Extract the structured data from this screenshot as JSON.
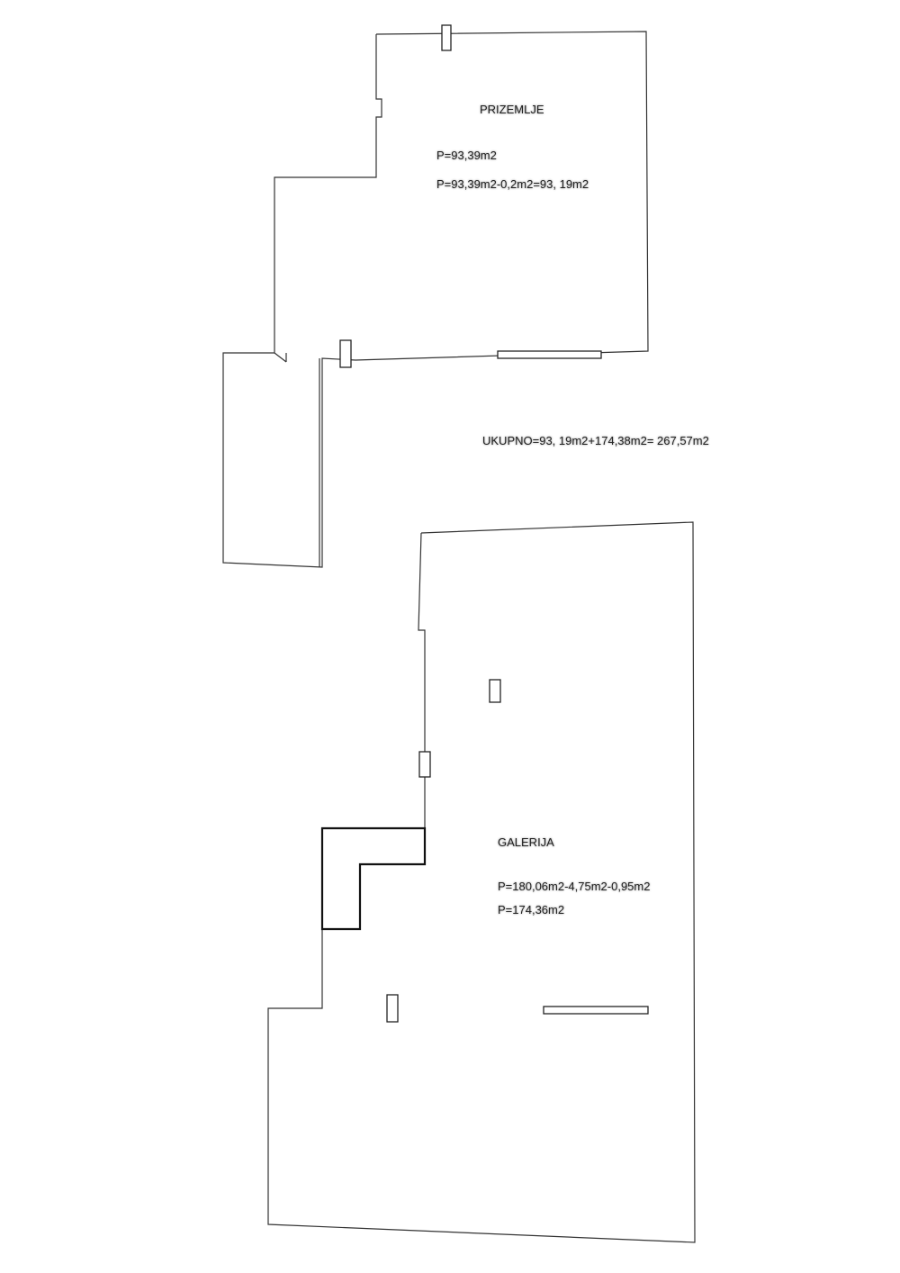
{
  "ground_floor": {
    "title": "PRIZEMLJE",
    "area": "P=93,39m2",
    "area_net": "P=93,39m2-0,2m2=93, 19m2"
  },
  "total": "UKUPNO=93, 19m2+174,38m2= 267,57m2",
  "gallery": {
    "title": "GALERIJA",
    "area_calc": "P=180,06m2-4,75m2-0,95m2",
    "area": "P=174,36m2"
  }
}
